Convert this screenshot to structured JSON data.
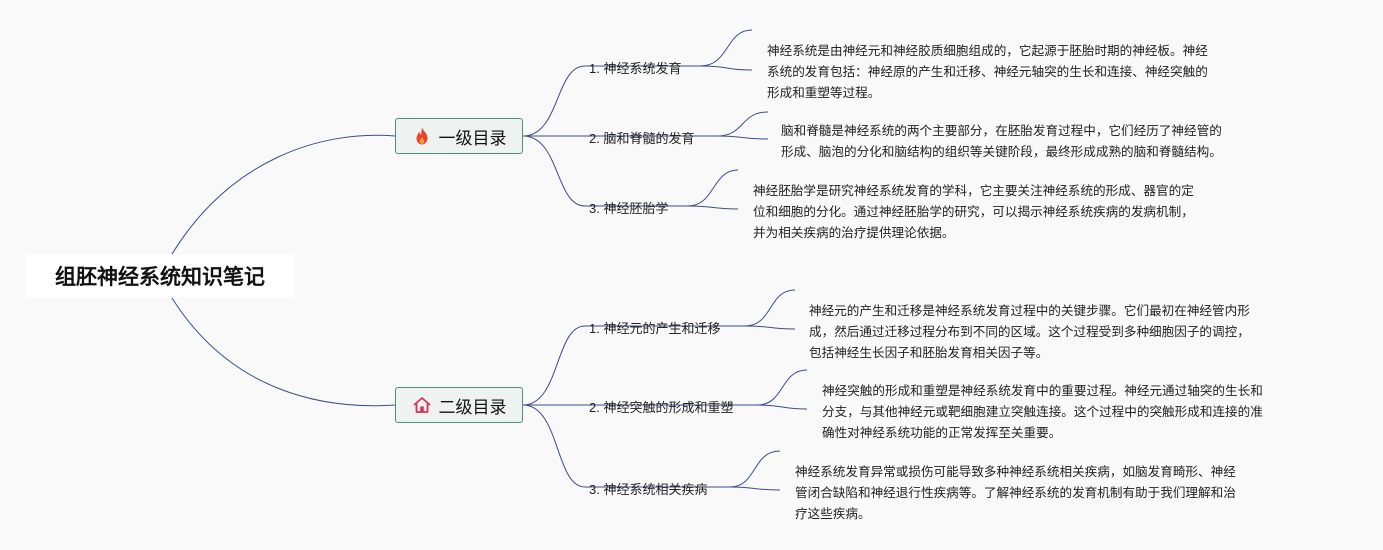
{
  "root": {
    "title": "组胚神经系统知识笔记"
  },
  "branches": [
    {
      "icon": "fire-icon",
      "label": "一级目录",
      "topics": [
        {
          "label": "1. 神经系统发育",
          "detail_lines": [
            "神经系统是由神经元和神经胶质细胞组成的，它起源于胚胎时期的神经板。神经",
            "系统的发育包括：神经原的产生和迁移、神经元轴突的生长和连接、神经突触的",
            "形成和重塑等过程。"
          ]
        },
        {
          "label": "2. 脑和脊髓的发育",
          "detail_lines": [
            "脑和脊髓是神经系统的两个主要部分，在胚胎发育过程中，它们经历了神经管的",
            "形成、脑泡的分化和脑结构的组织等关键阶段，最终形成成熟的脑和脊髓结构。"
          ]
        },
        {
          "label": "3. 神经胚胎学",
          "detail_lines": [
            "神经胚胎学是研究神经系统发育的学科，它主要关注神经系统的形成、器官的定",
            "位和细胞的分化。通过神经胚胎学的研究，可以揭示神经系统疾病的发病机制，",
            "并为相关疾病的治疗提供理论依据。"
          ]
        }
      ]
    },
    {
      "icon": "home-icon",
      "label": "二级目录",
      "topics": [
        {
          "label": "1. 神经元的产生和迁移",
          "detail_lines": [
            "神经元的产生和迁移是神经系统发育过程中的关键步骤。它们最初在神经管内形",
            "成，然后通过迁移过程分布到不同的区域。这个过程受到多种细胞因子的调控，",
            "包括神经生长因子和胚胎发育相关因子等。"
          ]
        },
        {
          "label": "2. 神经突触的形成和重塑",
          "detail_lines": [
            "神经突触的形成和重塑是神经系统发育中的重要过程。神经元通过轴突的生长和",
            "分支，与其他神经元或靶细胞建立突触连接。这个过程中的突触形成和连接的准",
            "确性对神经系统功能的正常发挥至关重要。"
          ]
        },
        {
          "label": "3. 神经系统相关疾病",
          "detail_lines": [
            "神经系统发育异常或损伤可能导致多种神经系统相关疾病，如脑发育畸形、神经",
            "管闭合缺陷和神经退行性疾病等。了解神经系统的发育机制有助于我们理解和治",
            "疗这些疾病。"
          ]
        }
      ]
    }
  ],
  "colors": {
    "line": "#3c4d8c",
    "branch_border": "#4e8f7c",
    "branch_fill": "#eef3f1",
    "fire": "#e8462a",
    "home": "#d6345a"
  }
}
